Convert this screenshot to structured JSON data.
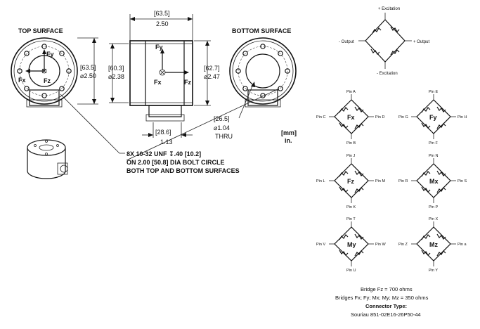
{
  "labels": {
    "top_surface": "TOP SURFACE",
    "bottom_surface": "BOTTOM SURFACE",
    "fx": "Fx",
    "fy": "Fy",
    "fz": "Fz",
    "dim_width_top": "[63.5]",
    "dim_width_bottom": "2.50",
    "dim_top_dia_mm": "[63.5]",
    "dim_top_dia_in": "⌀2.50",
    "dim_side_h_mm": "[60.3]",
    "dim_side_h_in": "⌀2.38",
    "dim_right_mm": "[62.7]",
    "dim_right_in": "⌀2.47",
    "dim_base_mm": "[28.6]",
    "dim_base_in": "1.13",
    "dim_thru_mm": "[26.5]",
    "dim_thru_in": "⌀1.04",
    "dim_thru": "THRU",
    "units_mm": "[mm]",
    "units_in": "in.",
    "note_line1": "8X 10-32 UNF ↧.40 [10.2]",
    "note_line2": "ON 2.00 [50.8] DIA BOLT CIRCLE",
    "note_line3": "BOTH TOP AND BOTTOM SURFACES"
  },
  "bridge_main": {
    "top": "+ Excitation",
    "bottom": "- Excitation",
    "left": "- Output",
    "right": "+ Output"
  },
  "bridges": [
    {
      "center": "Fx",
      "top": "Pin A",
      "bottom": "Pin B",
      "left": "Pin C",
      "right": "Pin D"
    },
    {
      "center": "Fy",
      "top": "Pin E",
      "bottom": "Pin F",
      "left": "Pin G",
      "right": "Pin H"
    },
    {
      "center": "Fz",
      "top": "Pin J",
      "bottom": "Pin K",
      "left": "Pin L",
      "right": "Pin M"
    },
    {
      "center": "Mx",
      "top": "Pin N",
      "bottom": "Pin P",
      "left": "Pin R",
      "right": "Pin S"
    },
    {
      "center": "My",
      "top": "Pin T",
      "bottom": "Pin U",
      "left": "Pin V",
      "right": "Pin W"
    },
    {
      "center": "Mz",
      "top": "Pin X",
      "bottom": "Pin Y",
      "left": "Pin Z",
      "right": "Pin a"
    }
  ],
  "specs": {
    "line1": "Bridge Fz = 700 ohms",
    "line2": "Bridges Fx; Fy; Mx; My; Mz = 350 ohms",
    "connector_title": "Connector Type:",
    "connector_value": "Souriau 851-02E16-26P50-44"
  }
}
